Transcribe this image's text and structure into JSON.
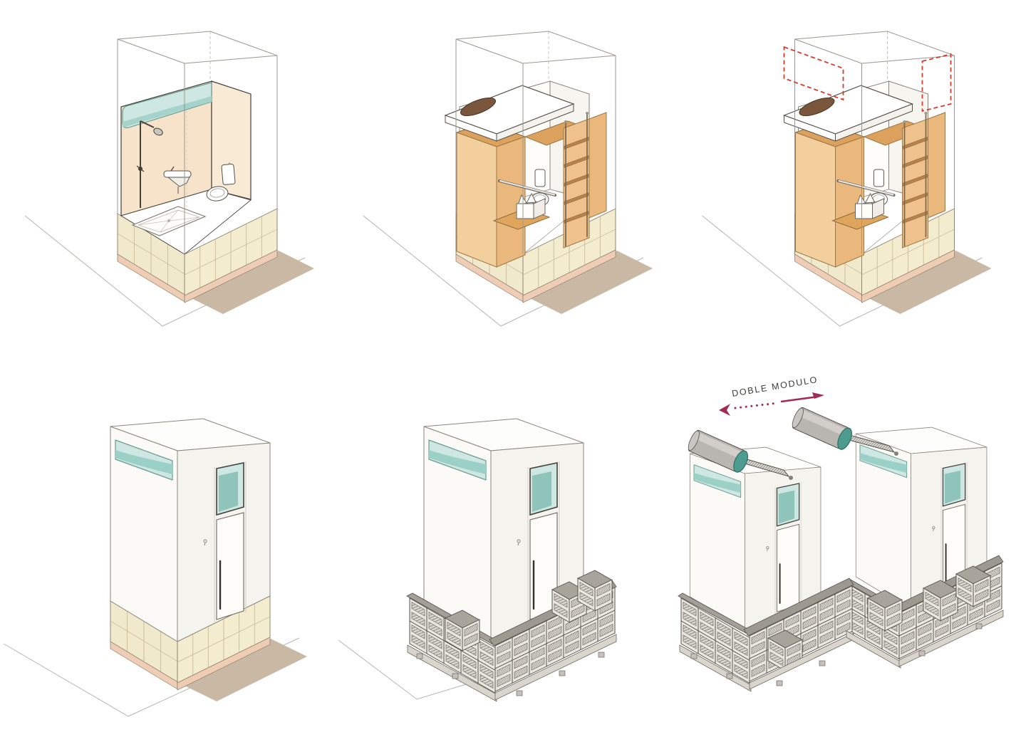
{
  "diagram": {
    "annotation": {
      "label": "DOBLE MODULO"
    },
    "panels": [
      {
        "name": "open-module-bathroom"
      },
      {
        "name": "open-module-furnished"
      },
      {
        "name": "open-module-window-openings"
      },
      {
        "name": "closed-module-on-tiled-plinth"
      },
      {
        "name": "closed-module-on-crates"
      },
      {
        "name": "double-module-on-crates-with-solar-heaters"
      }
    ],
    "palette": {
      "teal_light": "#cfe7e2",
      "teal_mid": "#9ad0c6",
      "teal_dark": "#4d9c8f",
      "wall_peach": "#f6e3c9",
      "wall_peach_light": "#f9ead6",
      "tile": "#f0e9cb",
      "tile_grout": "#c3b694",
      "salmon_band": "#eecdb4",
      "shadow_tan": "#c9b8a4",
      "wood_light": "#f3cf9d",
      "wood_mid": "#eab87c",
      "wood_dark": "#dda15e",
      "rung_brown": "#b5824e",
      "crate_face": "#ebe7e0",
      "crate_lid": "#a39e96",
      "pallet": "#d9d5cd",
      "arrow_maroon": "#9f2b56",
      "dashed_red": "#d23b2f",
      "label_text": "#3b3b38",
      "outline_dark": "#45413c",
      "outline_light": "#9b978f"
    }
  }
}
